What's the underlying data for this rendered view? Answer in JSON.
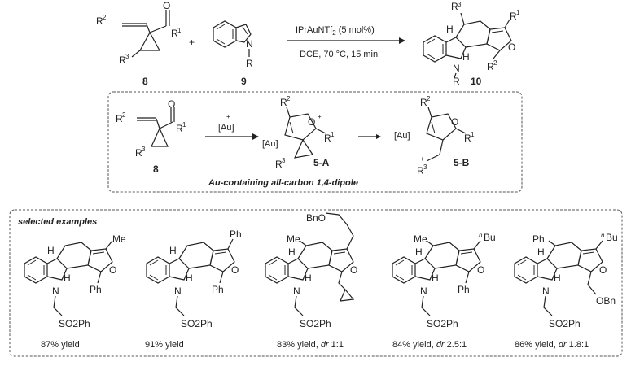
{
  "reaction": {
    "catalyst": "IPrAuNTf",
    "catalyst_sub": "2",
    "catalyst_load": "(5 mol%)",
    "solvent_temp_time": "DCE, 70 °C, 15 min",
    "plus": "+",
    "labels": {
      "substrate": "8",
      "indole": "9",
      "product": "10"
    }
  },
  "mechanism": {
    "reagent": "[Au]",
    "reagent_charge": "+",
    "intermediate_a": "5-A",
    "intermediate_b": "5-B",
    "substrate": "8",
    "caption": "Au-containing all-carbon 1,4-dipole"
  },
  "examples": {
    "header": "selected examples",
    "items": [
      {
        "r1": "Me",
        "r2": "Ph",
        "r3": "H",
        "n_sub": "SO2Ph",
        "yield": "87% yield"
      },
      {
        "r1": "Ph",
        "r2": "Ph",
        "r3": "H",
        "n_sub": "SO2Ph",
        "yield": "91% yield"
      },
      {
        "r1": "BnO",
        "r2": "cyclopropyl",
        "r3": "Me",
        "n_sub": "SO2Ph",
        "yield": "83% yield, ",
        "dr": "dr",
        "dr_value": " 1:1"
      },
      {
        "r1": "Bu",
        "r2": "Ph",
        "r3": "Me",
        "n_sub": "SO2Ph",
        "yield": "84% yield, ",
        "dr": "dr",
        "dr_value": " 2.5:1"
      },
      {
        "r1": "Bu",
        "r2": "OBn",
        "r3": "Ph",
        "n_sub": "SO2Ph",
        "yield": "86% yield, ",
        "dr": "dr",
        "dr_value": " 1.8:1"
      }
    ]
  }
}
